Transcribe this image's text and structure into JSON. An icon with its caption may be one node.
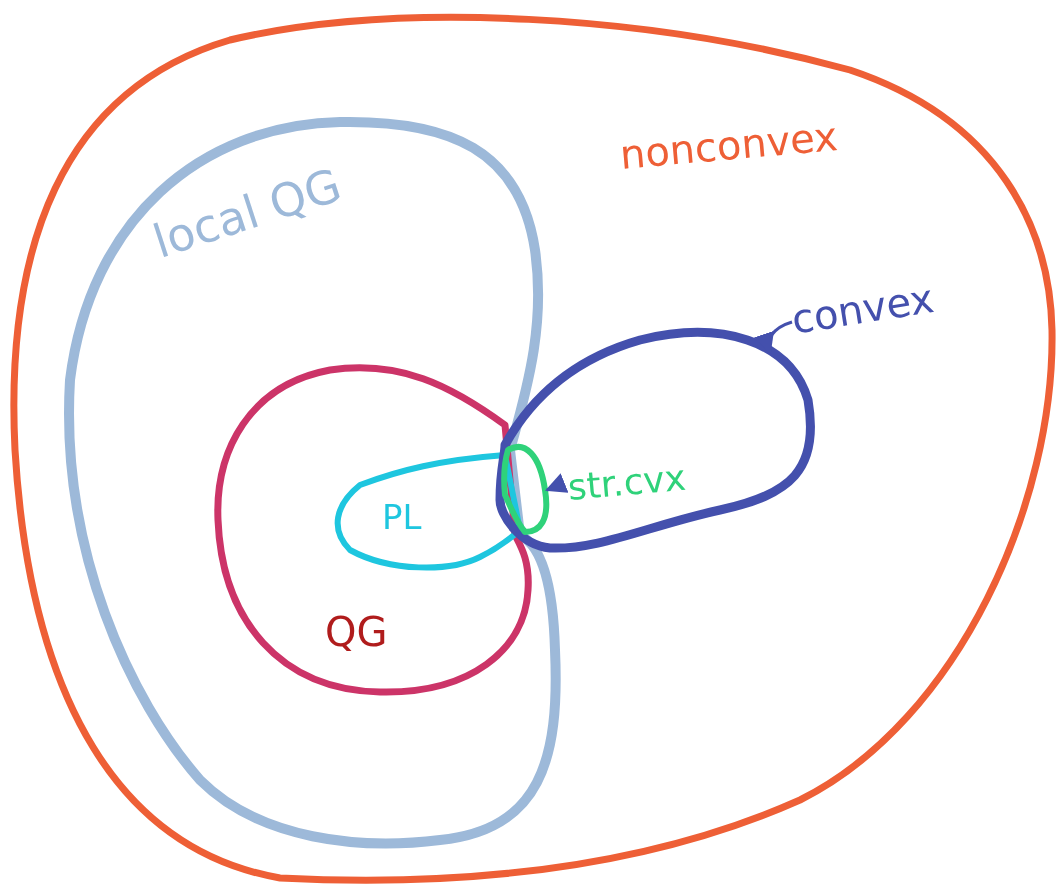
{
  "diagram": {
    "nodes": [
      {
        "text": [
          "nonconvex"
        ]
      },
      {
        "text": [
          "local QG"
        ],
        "in": 0
      },
      {
        "text": [
          "QG"
        ],
        "in": 1
      },
      {
        "text": [
          "PL"
        ],
        "in": 2
      },
      {
        "text": [],
        "shape": "circle",
        "in": 0
      },
      {
        "text": [
          "convex"
        ],
        "in": 0
      },
      {
        "text": [],
        "shape": "circle",
        "in": 4
      },
      {
        "text": [
          "str.cvx"
        ],
        "in": 4
      }
    ],
    "edges": [
      {
        "from": 5,
        "to": 4,
        "arrow": "to"
      },
      {
        "from": 7,
        "to": 6,
        "arrow": "to"
      }
    ]
  }
}
